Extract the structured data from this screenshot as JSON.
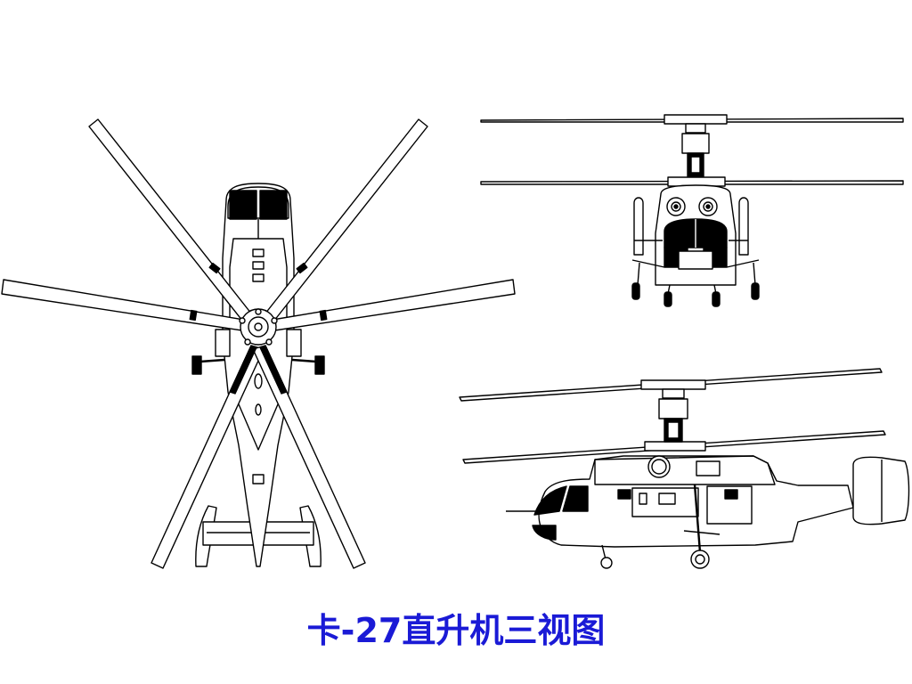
{
  "caption": {
    "title": "卡-27直升机三视图",
    "color": "#1a1ad6"
  },
  "views": [
    {
      "id": "top-view",
      "kind": "plan"
    },
    {
      "id": "front-view",
      "kind": "front"
    },
    {
      "id": "side-view",
      "kind": "side"
    }
  ],
  "colors": {
    "line": "#000000",
    "fill": "#ffffff"
  }
}
